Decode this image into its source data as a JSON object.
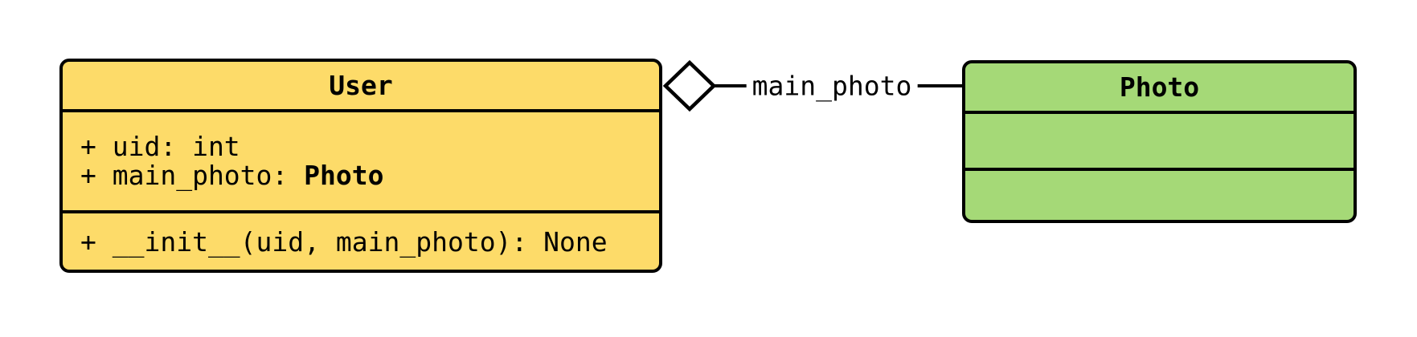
{
  "classes": {
    "user": {
      "title": "User",
      "attr_uid": "+ uid: int",
      "attr_main_photo_prefix": "+ main_photo: ",
      "attr_main_photo_type": "Photo",
      "method_init": "+ __init__(uid, main_photo): None"
    },
    "photo": {
      "title": "Photo"
    }
  },
  "relationship": {
    "label": "main_photo",
    "diamond_icon": "hollow-aggregation-diamond"
  },
  "colors": {
    "user_fill": "#fddb69",
    "photo_fill": "#a5d977",
    "stroke": "#000000",
    "background": "#ffffff"
  }
}
